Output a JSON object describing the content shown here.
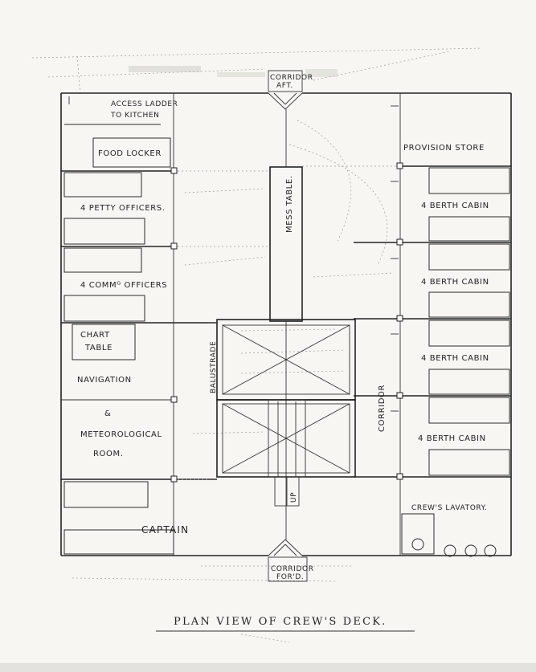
{
  "labels": {
    "corridor_aft_1": "CORRIDOR",
    "corridor_aft_2": "AFT.",
    "access_ladder_1": "ACCESS LADDER",
    "access_ladder_2": "TO KITCHEN",
    "food_locker": "FOOD LOCKER",
    "provision_store": "PROVISION  STORE",
    "petty_officers": "4 PETTY OFFICERS.",
    "berth_cabin": "4 BERTH CABIN",
    "mess_table": "MESS TABLE.",
    "comm_officers": "4 COMMᴳ OFFICERS",
    "chart_table_1": "CHART",
    "chart_table_2": "TABLE",
    "navigation": "NAVIGATION",
    "ampersand": "&",
    "meteorological": "METEOROLOGICAL",
    "room": "ROOM.",
    "balustrade": "BALUSTRADE",
    "corridor": "CORRIDOR",
    "up": "UP",
    "crews_lavatory": "CREW'S LAVATORY.",
    "captain": "CAPTAIN",
    "corridor_ford_1": "CORRIDOR",
    "corridor_ford_2": "FOR'D.",
    "title": "PLAN VIEW OF CREW'S DECK."
  },
  "colors": {
    "paper": "#f7f6f3",
    "ink": "#222222",
    "faint_ink": "#9a9a96",
    "band": "#e3e2df"
  }
}
